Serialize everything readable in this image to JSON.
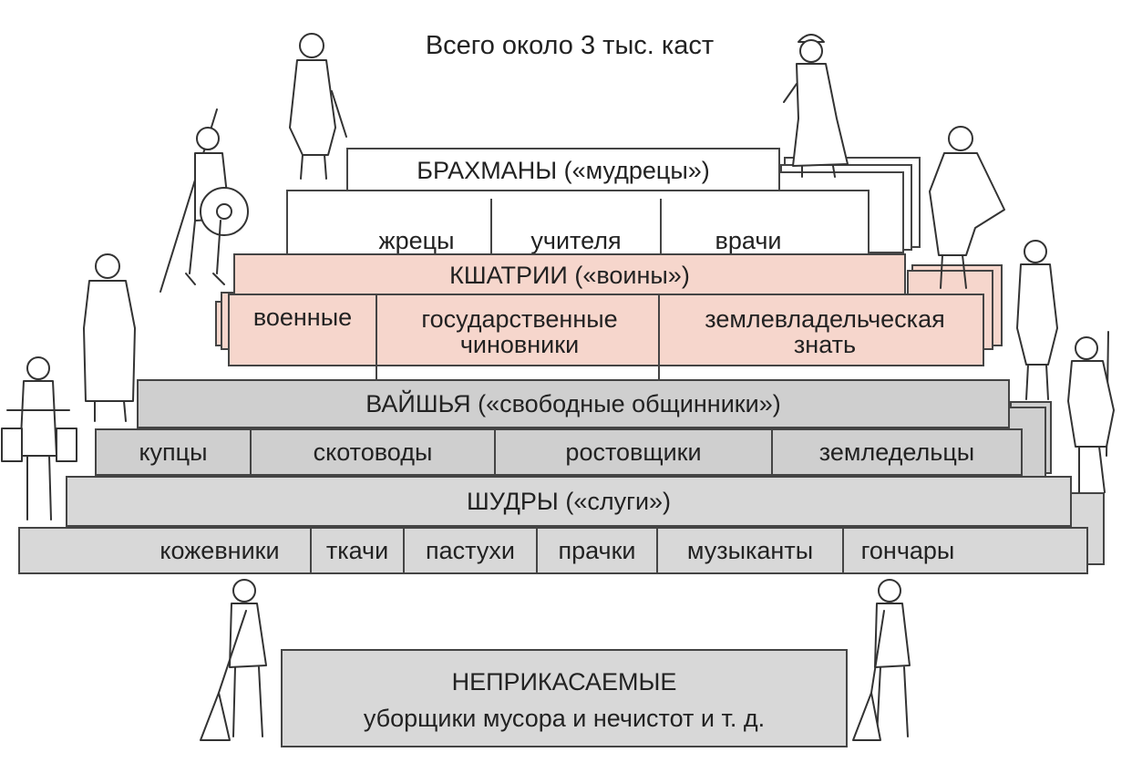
{
  "title": "Всего около 3 тыс. каст",
  "brahmans": {
    "label": "БРАХМАНЫ («мудрецы»)",
    "groups": [
      "жрецы",
      "учителя",
      "врачи"
    ]
  },
  "kshatriyas": {
    "label": "КШАТРИИ («воины»)",
    "groups": [
      "военные",
      "государственные чиновники",
      "землевладельческая знать"
    ]
  },
  "vaishyas": {
    "label": "ВАЙШЬЯ («свободные общинники»)",
    "groups": [
      "купцы",
      "скотоводы",
      "ростовщики",
      "земледельцы"
    ]
  },
  "shudras": {
    "label": "ШУДРЫ («слуги»)",
    "groups": [
      "кожевники",
      "ткачи",
      "пастухи",
      "прачки",
      "музыканты",
      "гончары"
    ]
  },
  "untouchables": {
    "label": "НЕПРИКАСАЕМЫЕ",
    "description": "уборщики мусора и нечистот и т. д."
  },
  "colors": {
    "kshatriya_fill": "#f6d6cc",
    "lower_fill": "#cfcfcf",
    "outline": "#444444"
  }
}
